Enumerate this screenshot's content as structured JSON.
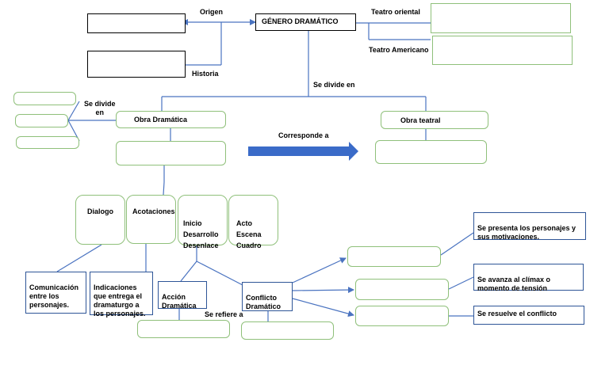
{
  "root": "GÉNERO DRAMÁTICO",
  "labels": {
    "origen": "Origen",
    "historia": "Historia",
    "teatro_oriental": "Teatro oriental",
    "teatro_americano": "Teatro Americano",
    "se_divide_en": "Se divide en",
    "se_divide_en_left": "Se divide\nen",
    "corresponde_a": "Corresponde a",
    "se_refiere_a": "Se refiere a"
  },
  "branches": {
    "obra_dramatica": "Obra Dramática",
    "obra_teatral": "Obra teatral"
  },
  "elements": {
    "dialogo": "Dialogo",
    "acotaciones": "Acotaciones",
    "estructura": "Inicio\nDesarrollo\nDesenlace",
    "division": "Acto\nEscena\nCuadro"
  },
  "descriptions": {
    "comunicacion": "Comunicación\nentre los\npersonajes.",
    "indicaciones": "Indicaciones\nque entrega el\ndramaturgo a\nlos personajes.",
    "accion": "Acción\nDramática",
    "conflicto": "Conflicto\nDramático"
  },
  "stages": {
    "inicio": "Se presenta los personajes y\nsus motivaciones.",
    "desarrollo": "Se avanza al clímax o\nmomento de tensión",
    "desenlace": "Se resuelve el conflicto"
  },
  "colors": {
    "connector": "#4a73c0",
    "arrow": "#3a6bc8",
    "box_green": "#8fc07a",
    "box_blue": "#2e5597"
  }
}
